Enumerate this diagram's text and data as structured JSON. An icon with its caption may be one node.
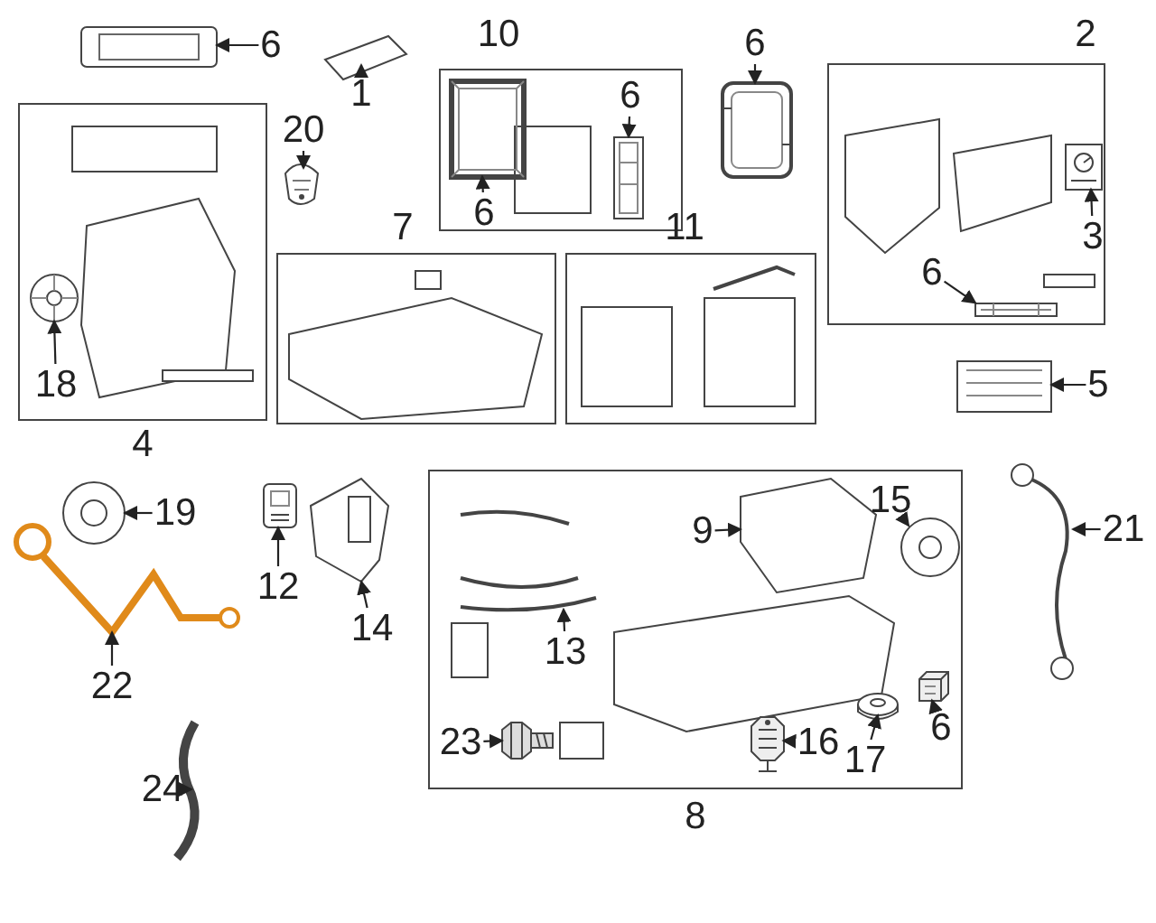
{
  "diagram": {
    "nodes": [
      {
        "text": [
          "6"
        ]
      },
      {
        "text": [
          "1"
        ]
      },
      {
        "text": [
          "20"
        ]
      },
      {
        "text": [
          "10"
        ]
      },
      {
        "text": [
          "6"
        ],
        "in": 3
      },
      {
        "text": [
          "6"
        ],
        "in": 3
      },
      {
        "text": [
          "6"
        ]
      },
      {
        "text": [
          "2"
        ]
      },
      {
        "text": [
          "3"
        ],
        "in": 7
      },
      {
        "text": [
          "6"
        ],
        "in": 7
      },
      {
        "text": [
          "4"
        ]
      },
      {
        "text": [
          "18"
        ],
        "in": 10
      },
      {
        "text": [
          "7"
        ]
      },
      {
        "text": [
          "11"
        ]
      },
      {
        "text": [
          "5"
        ]
      },
      {
        "text": [
          "19"
        ]
      },
      {
        "text": [
          "21"
        ]
      },
      {
        "text": [
          "12"
        ]
      },
      {
        "text": [
          "14"
        ]
      },
      {
        "text": [
          "8"
        ]
      },
      {
        "text": [
          "9"
        ],
        "in": 19
      },
      {
        "text": [
          "15"
        ],
        "in": 19
      },
      {
        "text": [
          "13"
        ],
        "in": 19
      },
      {
        "text": [
          "6"
        ],
        "in": 19
      },
      {
        "text": [
          "23"
        ],
        "in": 19
      },
      {
        "text": [
          "16"
        ],
        "in": 19
      },
      {
        "text": [
          "17"
        ],
        "in": 19
      },
      {
        "text": [
          "22"
        ]
      },
      {
        "text": [
          "24"
        ]
      },
      {
        "text": [],
        "shape": "picture"
      },
      {
        "text": [],
        "shape": "picture"
      },
      {
        "text": [],
        "shape": "picture"
      },
      {
        "text": [],
        "shape": "picture",
        "in": 3
      },
      {
        "text": [],
        "shape": "picture",
        "in": 3
      },
      {
        "text": [],
        "shape": "picture"
      },
      {
        "text": [],
        "shape": "picture",
        "in": 7
      },
      {
        "text": [],
        "shape": "picture",
        "in": 7
      },
      {
        "text": [],
        "shape": "picture",
        "in": 10
      },
      {
        "text": [],
        "shape": "picture"
      },
      {
        "text": [],
        "shape": "picture"
      },
      {
        "text": [],
        "shape": "picture"
      },
      {
        "text": [],
        "shape": "picture"
      },
      {
        "text": [],
        "shape": "picture"
      },
      {
        "text": [],
        "shape": "picture",
        "in": 19
      },
      {
        "text": [],
        "shape": "picture",
        "in": 19
      },
      {
        "text": [],
        "shape": "picture",
        "in": 19
      },
      {
        "text": [],
        "shape": "picture",
        "in": 19
      },
      {
        "text": [],
        "shape": "picture",
        "in": 19
      },
      {
        "text": [],
        "shape": "picture",
        "in": 19
      },
      {
        "text": [],
        "shape": "picture",
        "in": 19
      },
      {
        "text": [],
        "shape": "picture"
      },
      {
        "text": [],
        "shape": "picture"
      }
    ],
    "edges": [
      {
        "from": 0,
        "to": 29,
        "arrow": "to"
      },
      {
        "from": 1,
        "to": 30,
        "arrow": "to"
      },
      {
        "from": 2,
        "to": 31,
        "arrow": "to"
      },
      {
        "from": 4,
        "to": 32,
        "arrow": "to"
      },
      {
        "from": 5,
        "to": 33,
        "arrow": "to"
      },
      {
        "from": 6,
        "to": 34,
        "arrow": "to"
      },
      {
        "from": 8,
        "to": 35,
        "arrow": "to"
      },
      {
        "from": 9,
        "to": 36,
        "arrow": "to"
      },
      {
        "from": 11,
        "to": 37,
        "arrow": "to"
      },
      {
        "from": 14,
        "to": 38,
        "arrow": "to"
      },
      {
        "from": 15,
        "to": 39,
        "arrow": "to"
      },
      {
        "from": 16,
        "to": 40,
        "arrow": "to"
      },
      {
        "from": 17,
        "to": 41,
        "arrow": "to"
      },
      {
        "from": 18,
        "to": 42,
        "arrow": "to"
      },
      {
        "from": 20,
        "to": 43,
        "arrow": "to"
      },
      {
        "from": 21,
        "to": 44,
        "arrow": "to"
      },
      {
        "from": 22,
        "to": 45,
        "arrow": "to"
      },
      {
        "from": 23,
        "to": 46,
        "arrow": "to"
      },
      {
        "from": 24,
        "to": 47,
        "arrow": "to"
      },
      {
        "from": 25,
        "to": 48,
        "arrow": "to"
      },
      {
        "from": 26,
        "to": 49,
        "arrow": "to"
      },
      {
        "from": 27,
        "to": 50,
        "arrow": "to"
      },
      {
        "from": 28,
        "to": 51,
        "arrow": "to"
      }
    ]
  }
}
